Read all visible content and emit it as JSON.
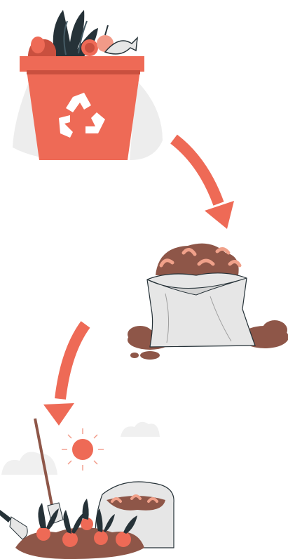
{
  "illustration": {
    "stages": [
      {
        "name": "food-waste-bin",
        "icon": "recycle-icon"
      },
      {
        "name": "compost-sack",
        "icon": "worm-icon"
      },
      {
        "name": "garden-vegetables",
        "icon": "carrot-icon"
      }
    ],
    "colors": {
      "coral": "#ee6a56",
      "coral_dark": "#c9503f",
      "soil": "#8e5648",
      "soil_dark": "#6e3f34",
      "sack": "#e6e6e6",
      "sack_outline": "#263238",
      "leaf": "#263238",
      "shadow": "#ededed",
      "worm": "#f0a18a"
    }
  }
}
